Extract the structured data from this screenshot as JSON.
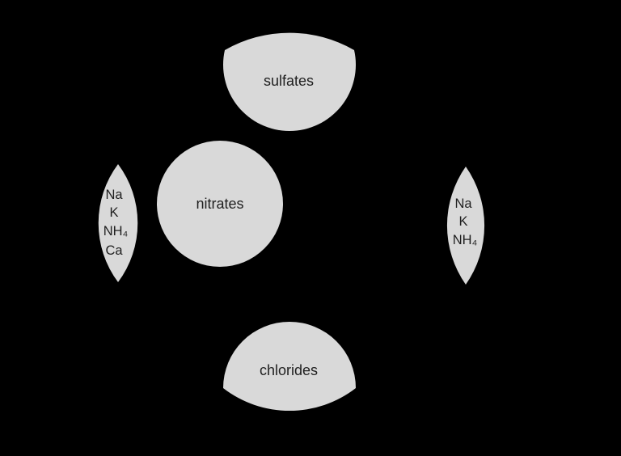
{
  "diagram": {
    "background": "#000000",
    "shape_fill": "#d9d9d9",
    "text_color": "#1f1f1f",
    "sulfates": {
      "label": "sulfates"
    },
    "nitrates": {
      "label": "nitrates"
    },
    "chlorides": {
      "label": "chlorides"
    },
    "left_lens": {
      "ions": [
        "Na",
        "K",
        "NH₄",
        "Ca"
      ]
    },
    "right_lens": {
      "ions": [
        "Na",
        "K",
        "NH₄"
      ]
    }
  }
}
